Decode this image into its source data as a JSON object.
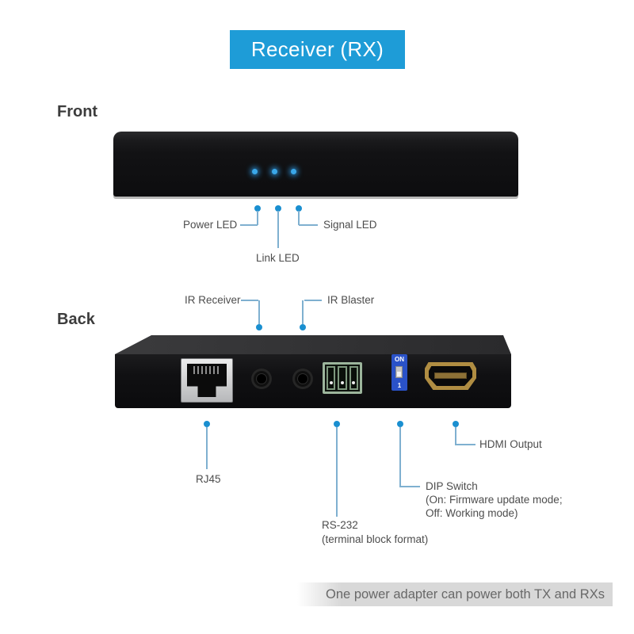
{
  "title_banner": {
    "label": "Receiver (RX)"
  },
  "front_section": {
    "heading": "Front",
    "callouts": [
      {
        "label": "Power LED"
      },
      {
        "label": "Link LED"
      },
      {
        "label": "Signal LED"
      }
    ]
  },
  "back_section": {
    "heading": "Back",
    "callouts_top": [
      {
        "label": "IR Receiver"
      },
      {
        "label": "IR Blaster"
      }
    ],
    "callouts_bottom": [
      {
        "label": "RJ45"
      },
      {
        "label": "RS-232",
        "sublabel": "(terminal block format)"
      },
      {
        "label": "DIP Switch",
        "sublabel_line1": "(On: Firmware update mode;",
        "sublabel_line2": "Off: Working mode)"
      },
      {
        "label": "HDMI Output"
      }
    ],
    "dip_switch": {
      "on_label": "ON",
      "position_label": "1"
    }
  },
  "footer_note": {
    "text": "One power adapter can power both TX and RXs"
  },
  "colors": {
    "banner_blue": "#1e9cd7",
    "callout_dot_blue": "#1a8fd0",
    "callout_line_blue": "#7fb0d0",
    "led_blue": "#3aa7e8",
    "dip_switch_blue": "#2a52c8",
    "hdmi_gold": "#b08d42",
    "terminal_green": "#9cb59c",
    "footer_gray": "#d8d8d8"
  }
}
